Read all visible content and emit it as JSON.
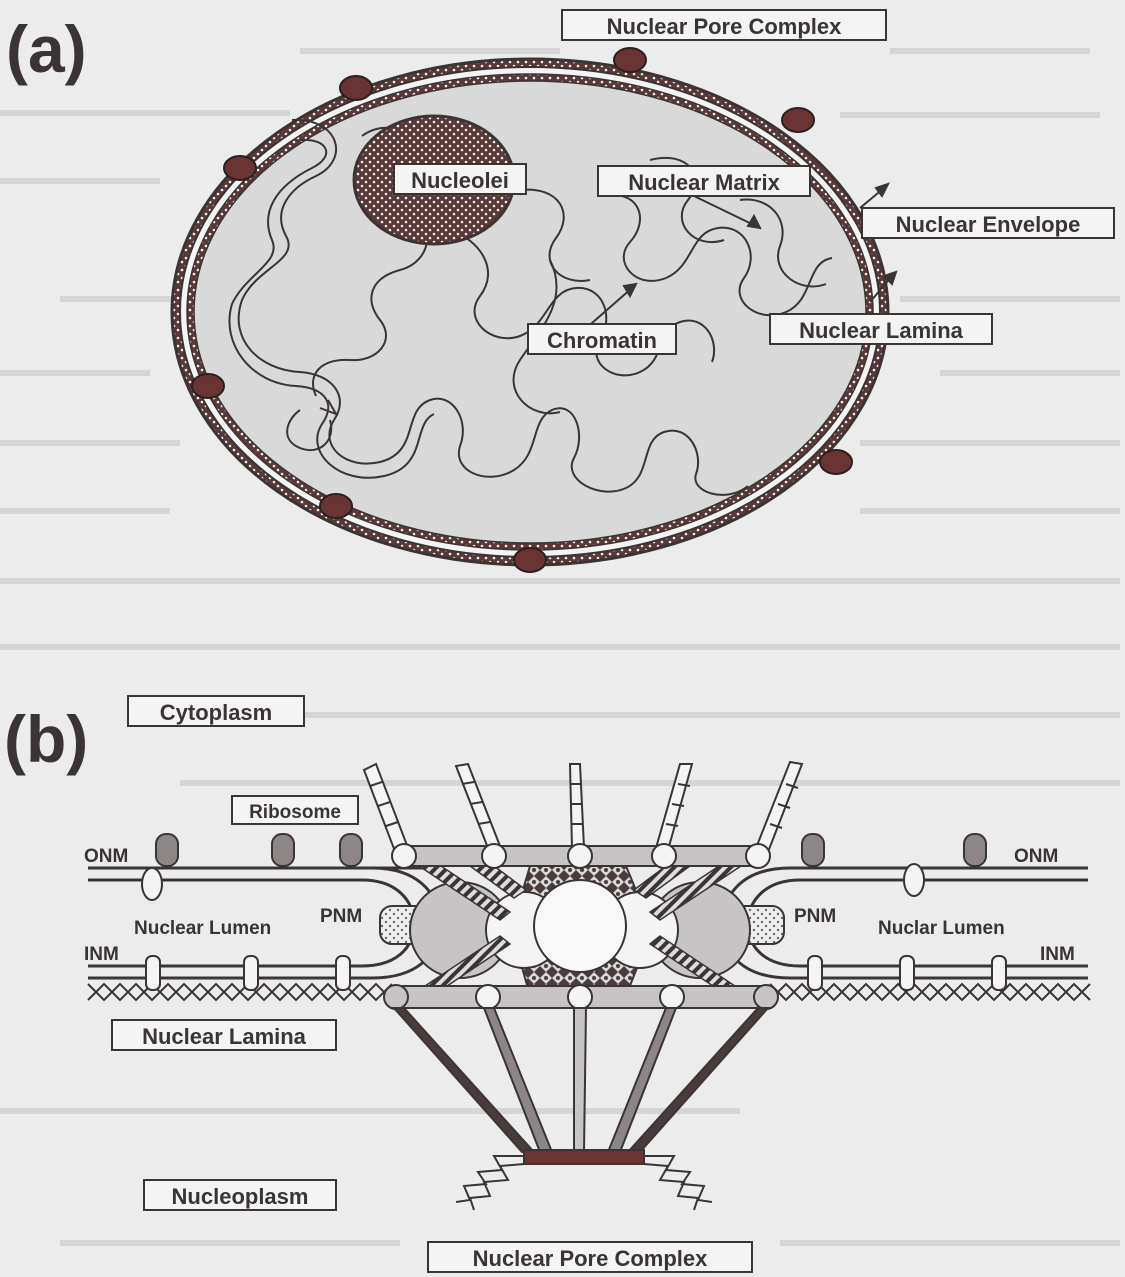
{
  "panel_a": {
    "letter": "(a)",
    "labels": {
      "npc": "Nuclear Pore Complex",
      "nucleolei": "Nucleolei",
      "matrix": "Nuclear Matrix",
      "envelope": "Nuclear Envelope",
      "chromatin": "Chromatin",
      "lamina": "Nuclear Lamina"
    }
  },
  "panel_b": {
    "letter": "(b)",
    "labels": {
      "cytoplasm": "Cytoplasm",
      "ribosome": "Ribosome",
      "onm_left": "ONM",
      "onm_right": "ONM",
      "lumen_left": "Nuclear Lumen",
      "lumen_right": "Nuclar Lumen",
      "pnm_left": "PNM",
      "pnm_right": "PNM",
      "inm_left": "INM",
      "inm_right": "INM",
      "lamina": "Nuclear Lamina",
      "nucleoplasm": "Nucleoplasm",
      "npc": "Nuclear Pore Complex"
    }
  },
  "colors": {
    "ink": "#3a3434",
    "pore_dark": "#6b3434",
    "paper": "#ececec",
    "faded_text": "#b9b7b7"
  }
}
